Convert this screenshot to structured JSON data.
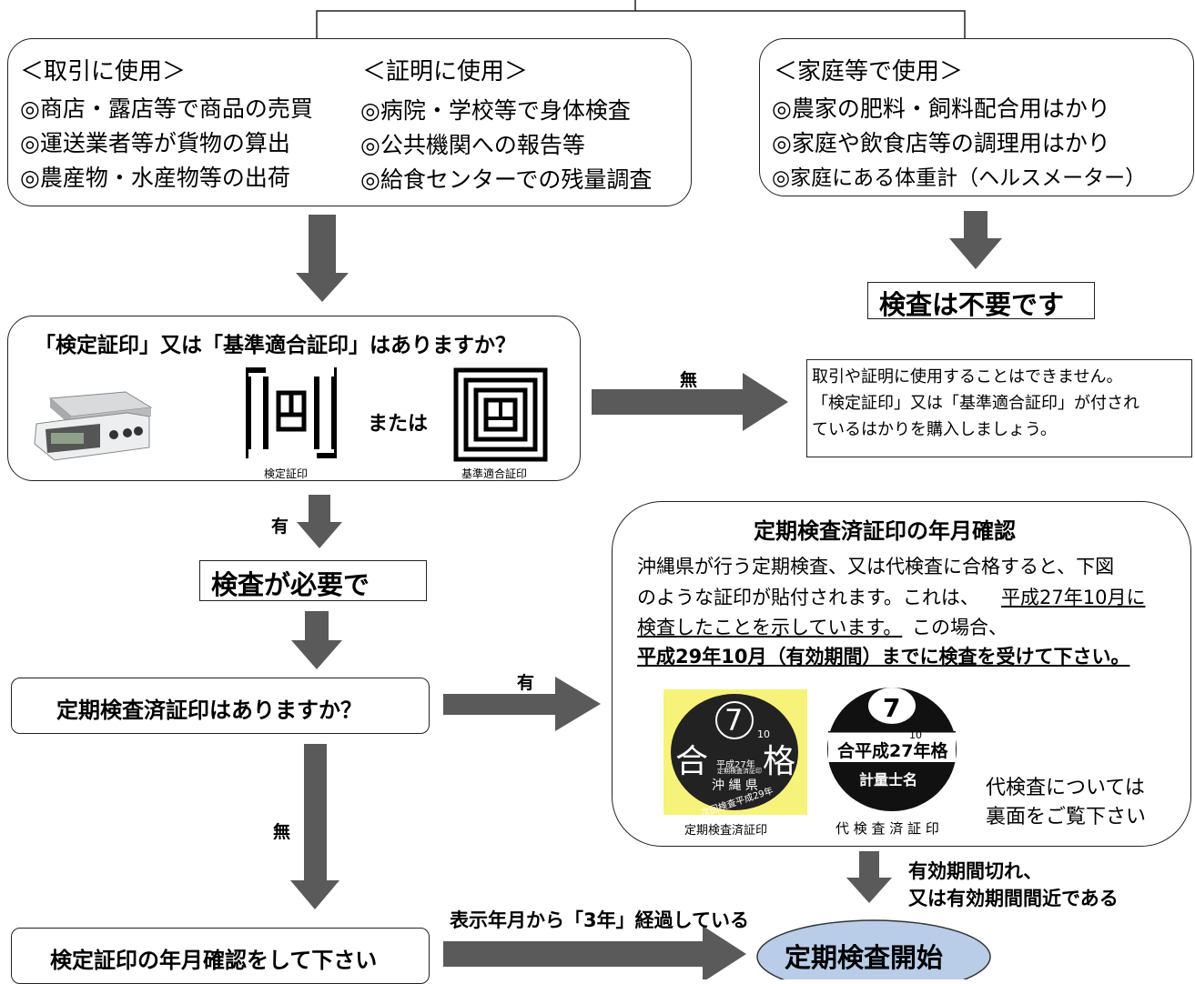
{
  "top": {
    "trade": {
      "title": "＜取引に使用＞",
      "items": [
        "◎商店・露店等で商品の売買",
        "◎運送業者等が貨物の算出",
        "◎農産物・水産物等の出荷"
      ]
    },
    "cert": {
      "title": "＜証明に使用＞",
      "items": [
        "◎病院・学校等で身体検査",
        "◎公共機関への報告等",
        "◎給食センターでの残量調査"
      ]
    },
    "home": {
      "title": "＜家庭等で使用＞",
      "items": [
        "◎農家の肥料・飼料配合用はかり",
        "◎家庭や飲食店等の調理用はかり",
        "◎家庭にある体重計（ヘルスメーター）"
      ]
    }
  },
  "no_inspection": "検査は不要です",
  "q1": {
    "title": "「検定証印」又は「基準適合証印」はありますか？",
    "or_text": "または",
    "stamp1_caption": "検定証印",
    "stamp2_caption": "基準適合証印"
  },
  "arrow_labels": {
    "none1": "無",
    "yes1": "有",
    "yes2": "有",
    "none2": "無",
    "three_years": "表示年月から「3年」経過している",
    "expired_1": "有効期間切れ、",
    "expired_2": "又は有効期間間近である"
  },
  "cannot_use": {
    "lines": [
      "取引や証明に使用することはできません。",
      "「検定証印」又は「基準適合証印」が付され",
      "ているはかりを購入しましょう。"
    ]
  },
  "inspection_required": "検査が必要で",
  "q2": "定期検査済証印はありますか？",
  "check_date": "検定証印の年月確認をして下さい",
  "start": "定期検査開始",
  "periodic": {
    "title": "定期検査済証印の年月確認",
    "line1": "沖縄県が行う定期検査、又は代検査に合格すると、下図",
    "line2a": "のような証印が貼付されます。これは、",
    "line2b": "平成27年10月に",
    "line3a": "検査したことを示しています。",
    "line3b": "この場合、",
    "line4": "平成29年10月（有効期間）までに検査を受けて下さい。",
    "seal1": {
      "month": "7",
      "small": "10",
      "left_char": "合",
      "right_char": "格",
      "year": "平成27年",
      "sub": "定期検査済証印",
      "pref": "沖 縄 県",
      "next": "次回検査平成29年",
      "caption": "定期検査済証印"
    },
    "seal2": {
      "month": "7",
      "small": "10",
      "text": "合平成27年格",
      "name": "計量士名",
      "caption": "代 検 査 済 証 印"
    },
    "proxy_1": "代検査については",
    "proxy_2": "裏面をご覧下さい"
  },
  "colors": {
    "arrow": "#5a5a5a",
    "seal_bg": "#f7f27a",
    "start_fill": "#b9cde8"
  }
}
